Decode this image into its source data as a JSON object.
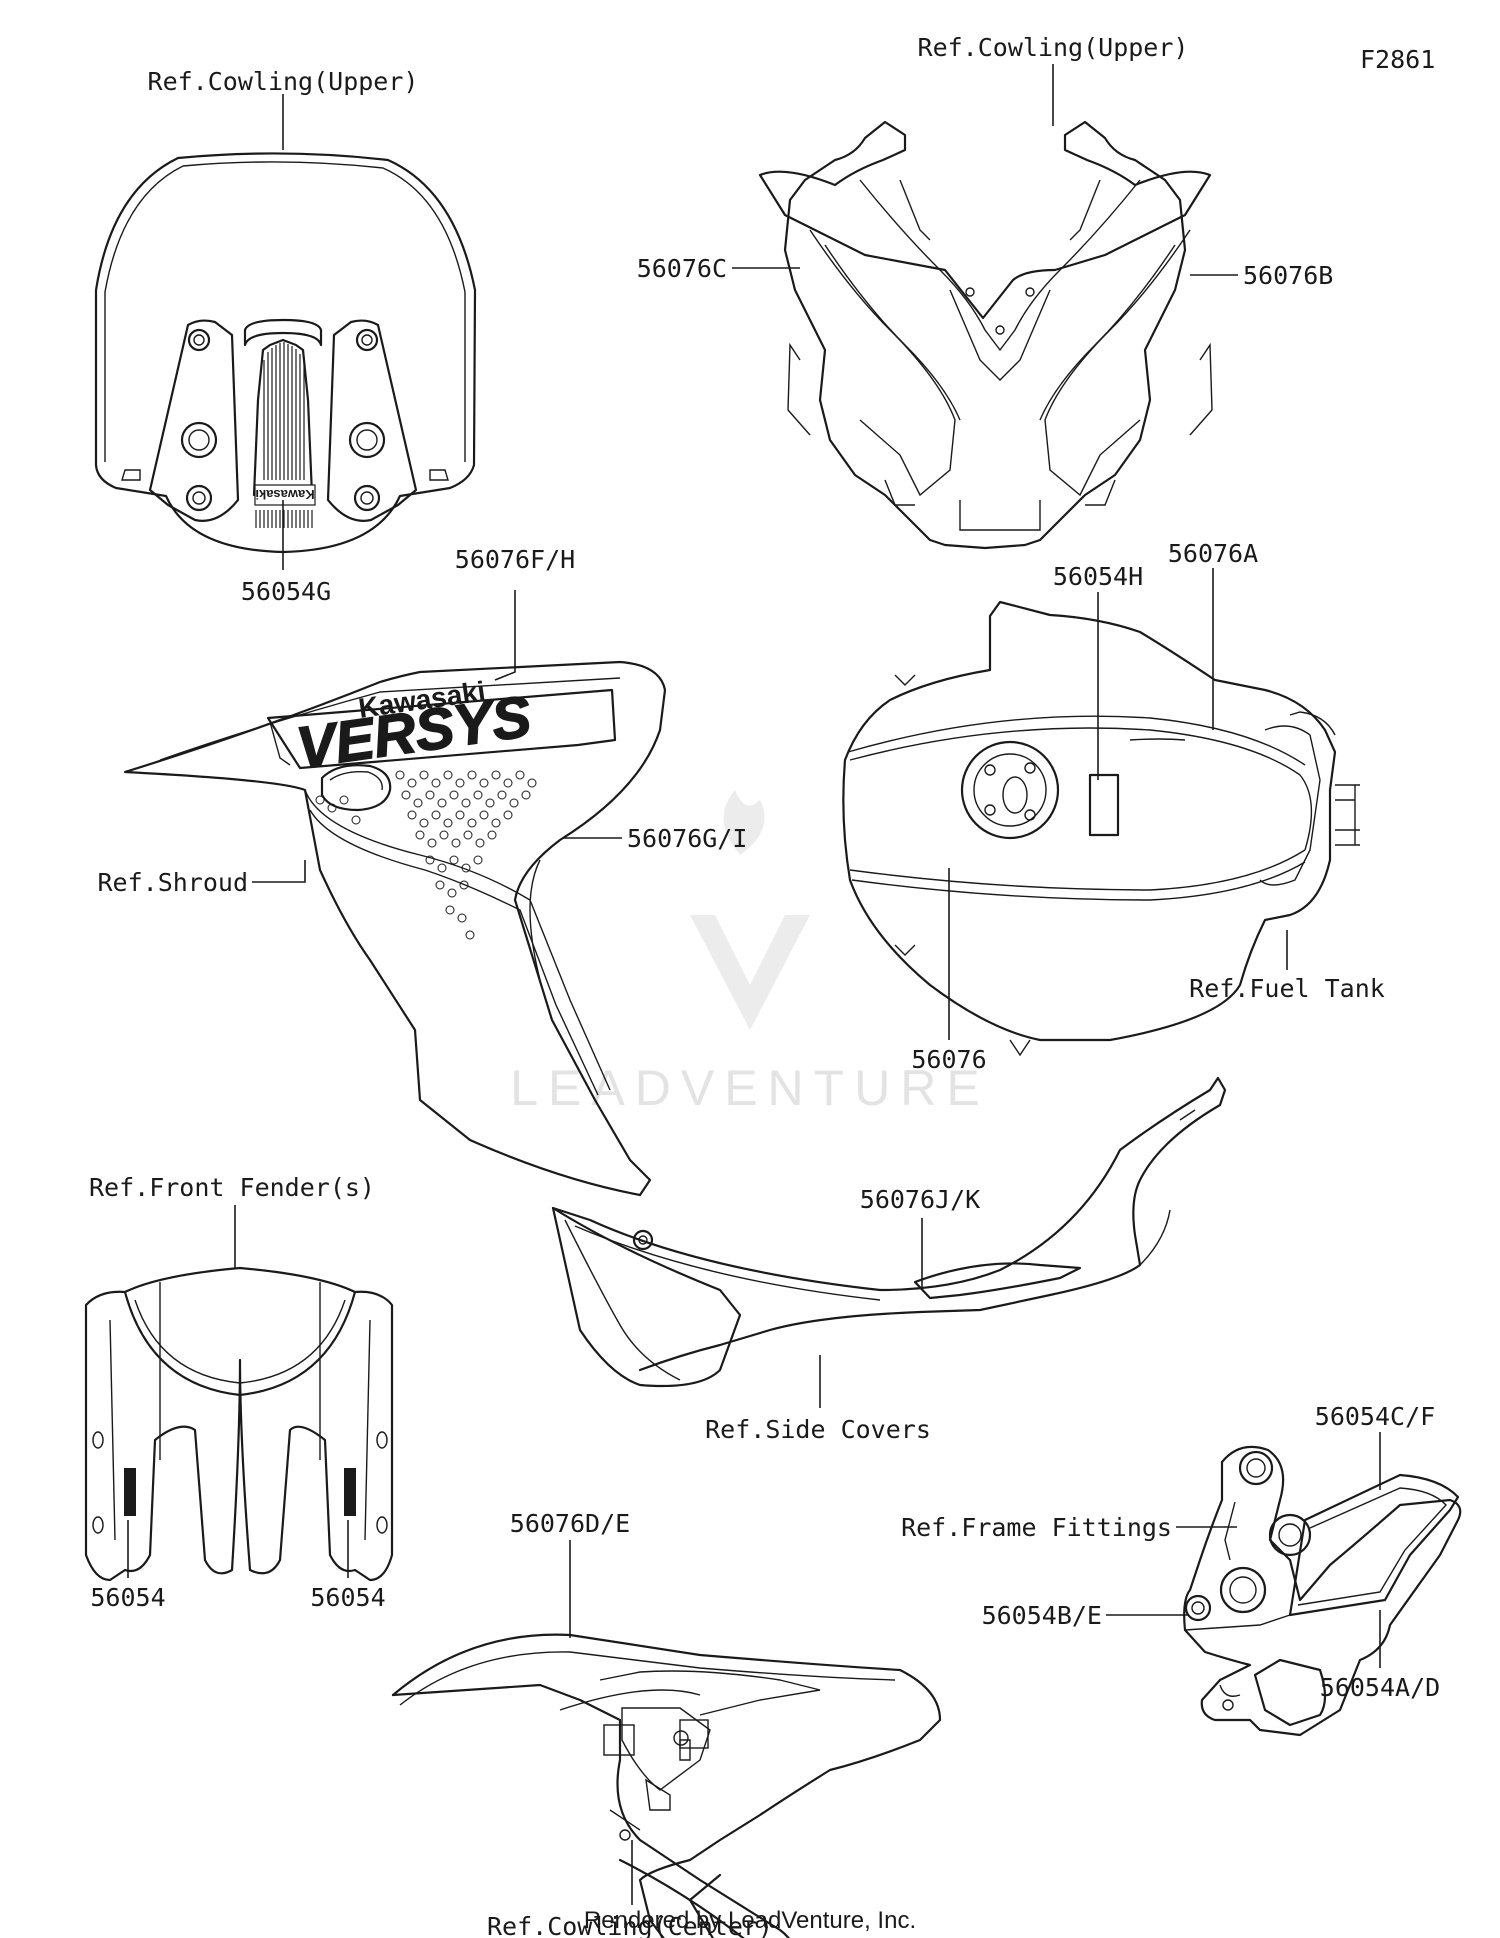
{
  "diagram": {
    "figure_code": "F2861",
    "footer": "Rendered by LeadVenture, Inc.",
    "watermark": "LEADVENTURE",
    "decal_text": {
      "brand": "Kawasaki",
      "model": "VERSYS"
    },
    "callouts": {
      "ref_cowling_upper_left": "Ref.Cowling(Upper)",
      "ref_cowling_upper_right": "Ref.Cowling(Upper)",
      "p_56076C": "56076C",
      "p_56076B": "56076B",
      "p_56054G": "56054G",
      "p_56076FH": "56076F/H",
      "p_56054H": "56054H",
      "p_56076A": "56076A",
      "p_56076GI": "56076G/I",
      "ref_shroud": "Ref.Shroud",
      "ref_fuel_tank": "Ref.Fuel Tank",
      "p_56076": "56076",
      "ref_front_fender": "Ref.Front Fender(s)",
      "p_56076JK": "56076J/K",
      "ref_side_covers": "Ref.Side Covers",
      "p_56054CF": "56054C/F",
      "ref_frame_fittings": "Ref.Frame Fittings",
      "p_56076DE": "56076D/E",
      "p_56054BE": "56054B/E",
      "p_56054_left": "56054",
      "p_56054_right": "56054",
      "p_56054AD": "56054A/D",
      "ref_cowling_center": "Ref.Cowling(Center)"
    }
  }
}
